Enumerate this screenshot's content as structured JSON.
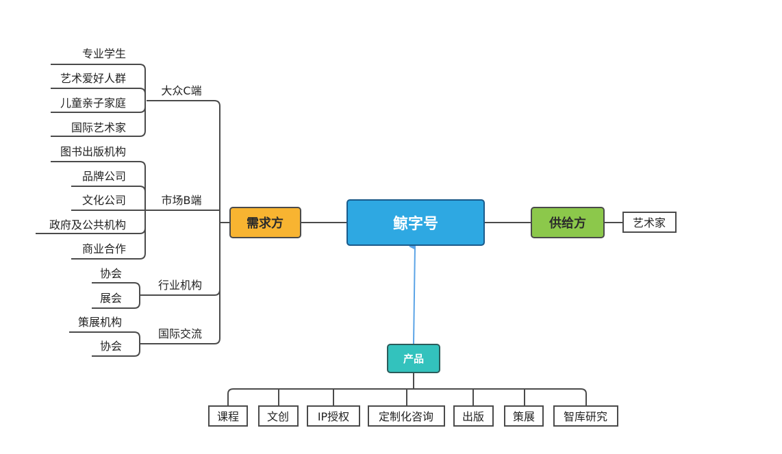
{
  "center": {
    "label": "鲸字号",
    "color": "#2ea8e2"
  },
  "demand": {
    "label": "需求方",
    "color": "#f8b431",
    "groups": [
      {
        "label": "大众C端",
        "items": [
          "专业学生",
          "艺术爱好人群",
          "儿童亲子家庭",
          "国际艺术家"
        ]
      },
      {
        "label": "市场B端",
        "items": [
          "图书出版机构",
          "品牌公司",
          "文化公司",
          "政府及公共机构",
          "商业合作"
        ]
      },
      {
        "label": "行业机构",
        "items": [
          "协会",
          "展会"
        ]
      },
      {
        "label": "国际交流",
        "items": [
          "策展机构",
          "协会"
        ]
      }
    ]
  },
  "supply": {
    "label": "供给方",
    "color": "#8cc84b",
    "items": [
      "艺术家"
    ]
  },
  "product": {
    "label": "产品",
    "color": "#33c2bd",
    "arrow_color": "#5aa3e6",
    "items": [
      "课程",
      "文创",
      "IP授权",
      "定制化咨询",
      "出版",
      "策展",
      "智库研究"
    ]
  }
}
